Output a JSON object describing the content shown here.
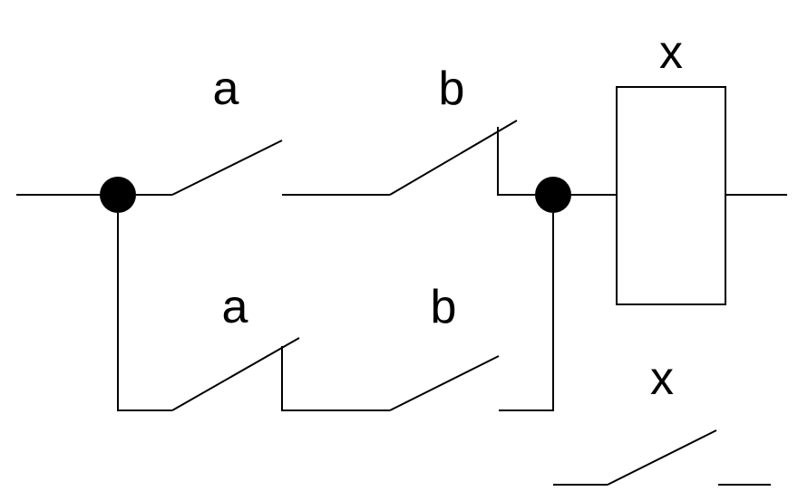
{
  "diagram": {
    "top_branch": {
      "contact_1": "a",
      "contact_2": "b"
    },
    "bottom_branch": {
      "contact_1": "a",
      "contact_2": "b"
    },
    "coil": "x",
    "hold_contact": "x"
  },
  "colors": {
    "stroke": "#000000",
    "background": "#ffffff"
  }
}
